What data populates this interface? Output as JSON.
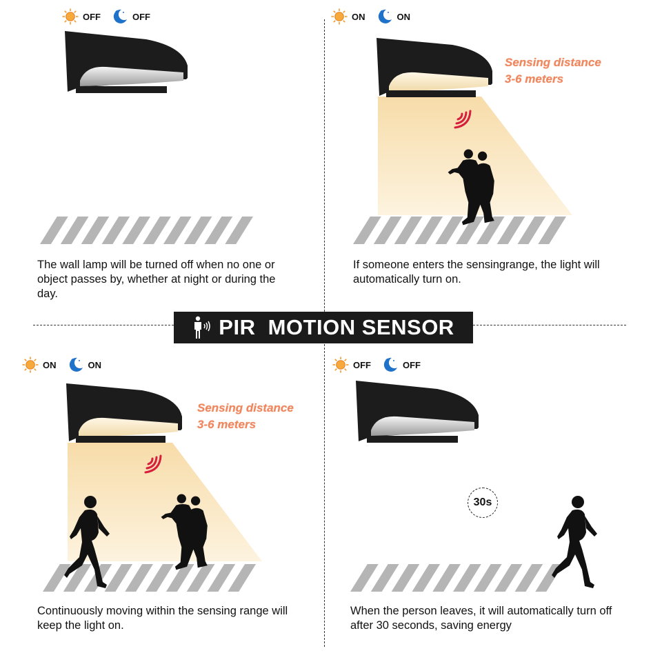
{
  "title": "PIR  MOTION SENSOR",
  "panels": [
    {
      "day_icon": "sun-icon",
      "day_state": "OFF",
      "night_icon": "moon-icon",
      "night_state": "OFF",
      "description": "The wall lamp will be turned off when no one or object passes by, whether at night or during the day."
    },
    {
      "day_icon": "sun-icon",
      "day_state": "ON",
      "night_icon": "moon-icon",
      "night_state": "ON",
      "sensing_line1": "Sensing distance",
      "sensing_line2": "3-6 meters",
      "description": "If someone enters the sensingrange, the light will automatically turn on."
    },
    {
      "day_icon": "sun-icon",
      "day_state": "ON",
      "night_icon": "moon-icon",
      "night_state": "ON",
      "sensing_line1": "Sensing distance",
      "sensing_line2": "3-6 meters",
      "description": "Continuously moving within the sensing range will keep the light on."
    },
    {
      "day_icon": "sun-icon",
      "day_state": "OFF",
      "night_icon": "moon-icon",
      "night_state": "OFF",
      "timer_label": "30s",
      "description": "When the person leaves, it will automatically turn off after 30 seconds, saving energy"
    }
  ],
  "colors": {
    "lamp_body": "#1c1c1c",
    "light_beam": "#fbe9c8",
    "sensing_text": "#ee8760",
    "signal_waves": "#d61f3c",
    "floor_stripes": "#b5b5b5",
    "title_background": "#1b1b1b",
    "sun": "#f39a2b",
    "moon": "#1f72c9"
  }
}
